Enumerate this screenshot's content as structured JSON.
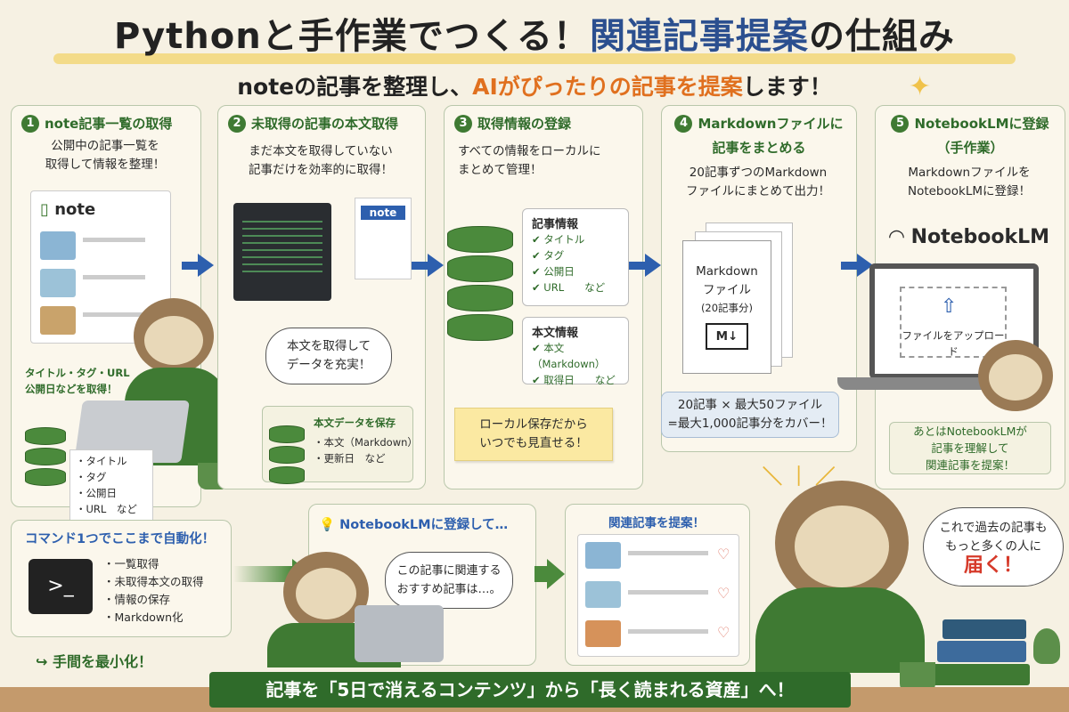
{
  "header": {
    "title_a": "Pythonと手作業でつくる！",
    "title_b": "関連記事提案",
    "title_c": "の仕組み",
    "subtitle_a": "noteの記事を整理し、",
    "subtitle_b": "AIがぴったりの記事を提案",
    "subtitle_c": "します！"
  },
  "steps": [
    {
      "num": "1",
      "title": "note記事一覧の取得",
      "desc_1": "公開中の記事一覧を",
      "desc_2": "取得して情報を整理！",
      "logo": "note",
      "note": "タイトル・タグ・URL 公開日などを取得！",
      "list": [
        "・タイトル",
        "・タグ",
        "・公開日",
        "・URL　など"
      ]
    },
    {
      "num": "2",
      "title": "未取得の記事の本文取得",
      "desc_1": "まだ本文を取得していない",
      "desc_2": "記事だけを効率的に取得！",
      "logo": "note",
      "bubble_1": "本文を取得して",
      "bubble_2": "データを充実！",
      "save_title": "本文データを保存",
      "save_list": [
        "・本文（Markdown）",
        "・更新日　など"
      ]
    },
    {
      "num": "3",
      "title": "取得情報の登録",
      "desc_1": "すべての情報をローカルに",
      "desc_2": "まとめて管理！",
      "info_title": "記事情報",
      "info_list": [
        "✔ タイトル",
        "✔ タグ",
        "✔ 公開日",
        "✔ URL　　など"
      ],
      "body_title": "本文情報",
      "body_list": [
        "✔ 本文（Markdown）",
        "✔ 取得日　　など"
      ],
      "sticky_1": "ローカル保存だから",
      "sticky_2": "いつでも見直せる！"
    },
    {
      "num": "4",
      "title_1": "Markdownファイルに",
      "title_2": "記事をまとめる",
      "desc_1": "20記事ずつのMarkdown",
      "desc_2": "ファイルにまとめて出力！",
      "file_1": "Markdown",
      "file_2": "ファイル",
      "file_3": "(20記事分)",
      "md_badge": "M↓",
      "calc_1": "20記事 × 最大50ファイル",
      "calc_2": "=最大1,000記事分をカバー！"
    },
    {
      "num": "5",
      "title_1": "NotebookLMに登録",
      "title_2": "（手作業）",
      "desc_1": "Markdownファイルを",
      "desc_2": "NotebookLMに登録！",
      "logo": "NotebookLM",
      "upload": "ファイルをアップロード",
      "note_1": "あとはNotebookLMが",
      "note_2": "記事を理解して",
      "note_3": "関連記事を提案！"
    }
  ],
  "bottom": {
    "auto_title": "コマンド1つでここまで自動化！",
    "auto_list": [
      "・一覧取得",
      "・未取得本文の取得",
      "・情報の保存",
      "・Markdown化"
    ],
    "terminal_prompt": ">_",
    "min_effort": "手間を最小化！",
    "register_title": "NotebookLMに登録して…",
    "register_bubble_1": "この記事に関連する",
    "register_bubble_2": "おすすめ記事は…。",
    "suggest_title": "関連記事を提案！",
    "final_bubble_1": "これで過去の記事も",
    "final_bubble_2": "もっと多くの人に",
    "final_bubble_3": "届く！",
    "banner": "記事を「5日で消えるコンテンツ」から「長く読まれる資産」へ！"
  },
  "colors": {
    "green": "#2f6b2a",
    "blue": "#2d5fae",
    "orange": "#e0701f",
    "paper": "#f6f1e3"
  }
}
